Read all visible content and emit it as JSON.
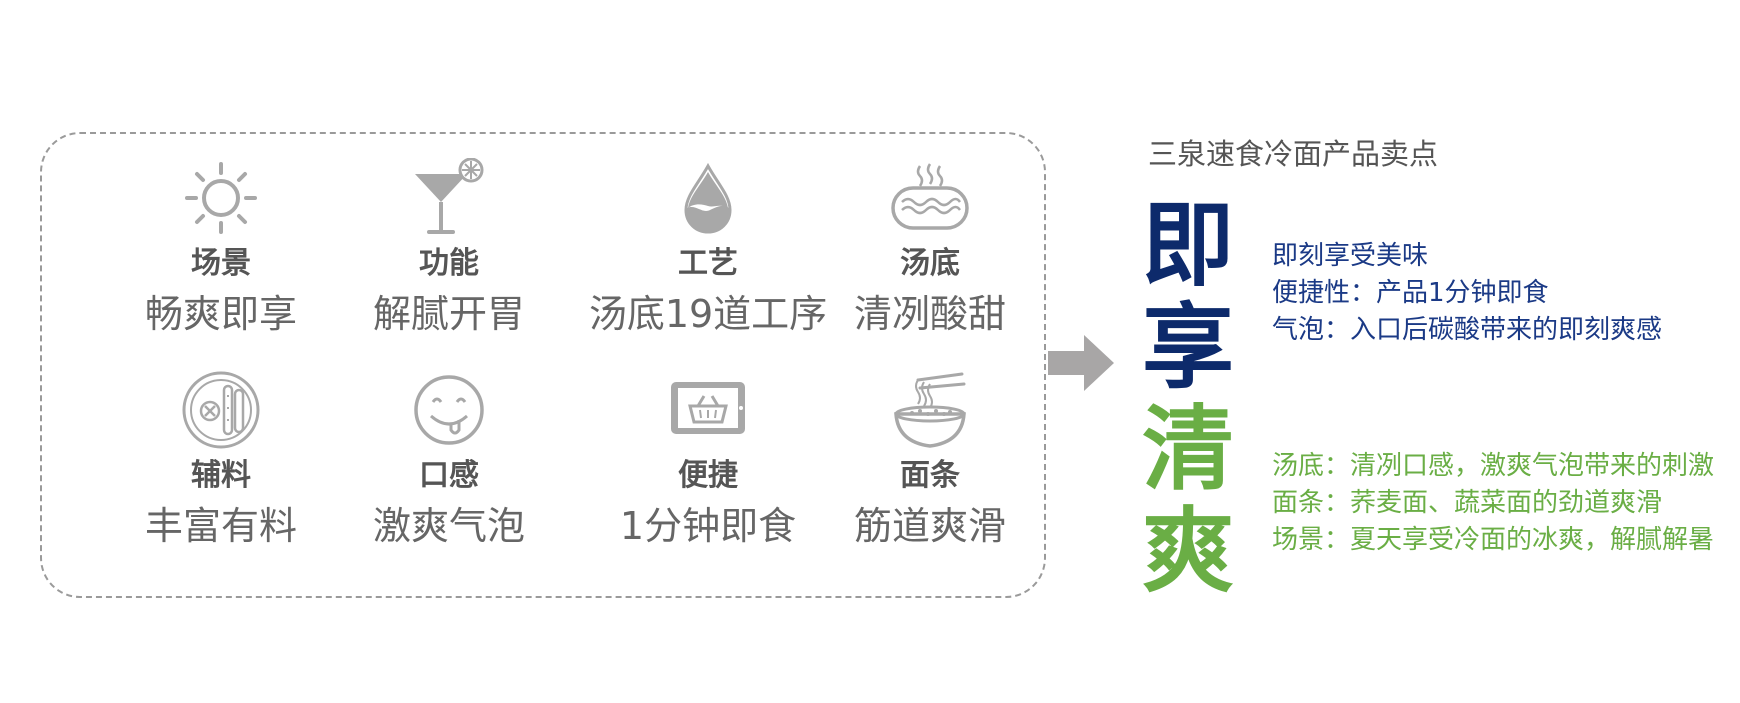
{
  "features": [
    {
      "category": "场景",
      "desc": "畅爽即享",
      "icon": "sun-icon"
    },
    {
      "category": "功能",
      "desc": "解腻开胃",
      "icon": "cocktail-icon"
    },
    {
      "category": "工艺",
      "desc": "汤底19道工序",
      "icon": "water-drop-icon"
    },
    {
      "category": "汤底",
      "desc": "清冽酸甜",
      "icon": "soup-bowl-icon"
    },
    {
      "category": "辅料",
      "desc": "丰富有料",
      "icon": "plate-icon"
    },
    {
      "category": "口感",
      "desc": "激爽气泡",
      "icon": "smiley-tongue-icon"
    },
    {
      "category": "便捷",
      "desc": "1分钟即食",
      "icon": "tablet-basket-icon"
    },
    {
      "category": "面条",
      "desc": "筋道爽滑",
      "icon": "noodle-bowl-icon"
    }
  ],
  "summary": {
    "subtitle": "三泉速食冷面产品卖点",
    "char1": "即",
    "char2": "享",
    "char3": "清",
    "char4": "爽",
    "blue_points": [
      "即刻享受美味",
      "便捷性：产品1分钟即食",
      "气泡：入口后碳酸带来的即刻爽感"
    ],
    "green_points": [
      "汤底：清冽口感，激爽气泡带来的刺激",
      "面条：荞麦面、蔬菜面的劲道爽滑",
      "场景：夏天享受冷面的冰爽，解腻解暑"
    ]
  },
  "colors": {
    "icon_gray": "#a8a8a8",
    "dark_blue": "#0d2a6b",
    "green": "#6aae45",
    "arrow_gray": "#a8a6a6"
  }
}
